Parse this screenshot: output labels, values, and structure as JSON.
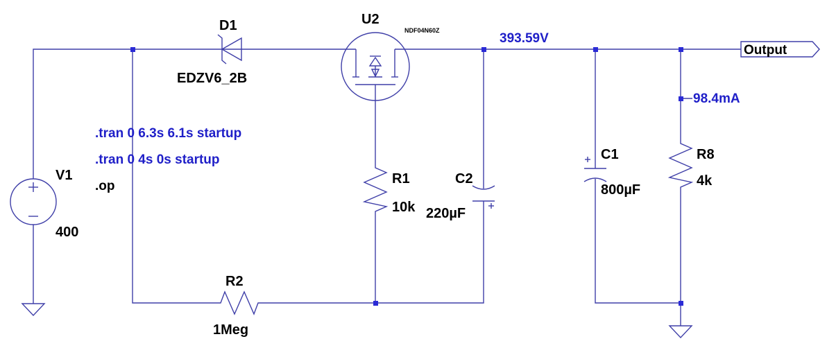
{
  "components": {
    "v1": {
      "ref": "V1",
      "value": "400"
    },
    "d1": {
      "ref": "D1",
      "value": "EDZV6_2B"
    },
    "u2": {
      "ref": "U2",
      "model": "NDF04N60Z"
    },
    "r1": {
      "ref": "R1",
      "value": "10k"
    },
    "r2": {
      "ref": "R2",
      "value": "1Meg"
    },
    "c2": {
      "ref": "C2",
      "value": "220µF"
    },
    "c1": {
      "ref": "C1",
      "value": "800µF"
    },
    "r8": {
      "ref": "R8",
      "value": "4k"
    }
  },
  "directives": [
    ".tran 0 6.3s 6.1s startup",
    ".tran 0 4s 0s startup",
    ".op"
  ],
  "measurements": {
    "output_voltage": "393.59V",
    "r8_current": "98.4mA"
  },
  "port": {
    "label": "Output"
  },
  "colors": {
    "wire": "#3f3fa8",
    "junction": "#2b2bd6",
    "spice_text": "#1f1fc8",
    "label_text": "#000000"
  }
}
